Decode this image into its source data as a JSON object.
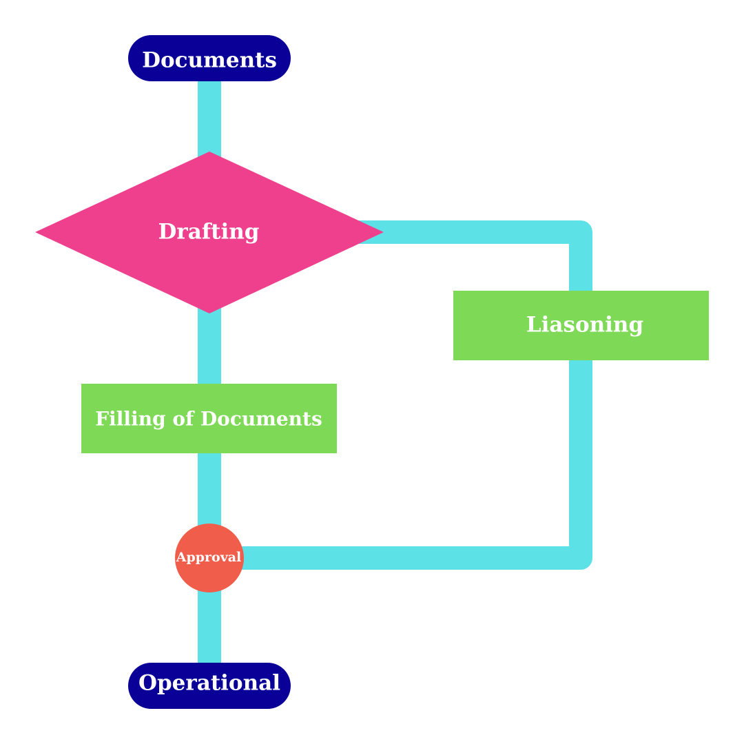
{
  "diagram": {
    "colors": {
      "connector": "#5ce1e6",
      "terminal": "#0a0097",
      "decision": "#ee408c",
      "process": "#7ed957",
      "connector_node": "#f05d4a",
      "text": "#ffffff"
    },
    "nodes": {
      "documents": {
        "label": "Documents",
        "shape": "terminal"
      },
      "drafting": {
        "label": "Drafting",
        "shape": "decision"
      },
      "filling": {
        "label": "Filling of Documents",
        "shape": "process"
      },
      "liasoning": {
        "label": "Liasoning",
        "shape": "process"
      },
      "approval": {
        "label": "Approval",
        "shape": "circle"
      },
      "operational": {
        "label": "Operational",
        "shape": "terminal"
      }
    },
    "edges": [
      {
        "from": "Documents",
        "to": "Drafting"
      },
      {
        "from": "Drafting",
        "to": "Filling of Documents"
      },
      {
        "from": "Filling of Documents",
        "to": "Approval"
      },
      {
        "from": "Drafting",
        "to": "Liasoning"
      },
      {
        "from": "Liasoning",
        "to": "Approval"
      },
      {
        "from": "Approval",
        "to": "Operational"
      }
    ]
  }
}
